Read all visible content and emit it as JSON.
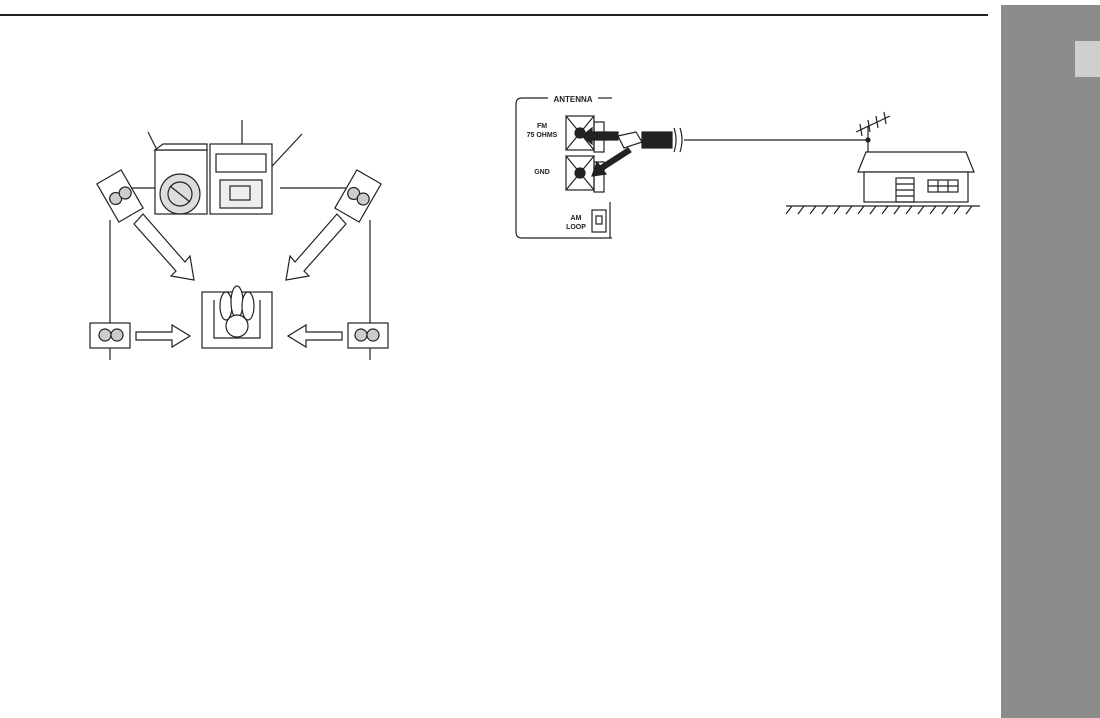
{
  "antenna": {
    "panel_title": "ANTENNA",
    "fm_label_line1": "FM",
    "fm_label_line2": "75 OHMS",
    "gnd_label": "GND",
    "am_label_line1": "AM",
    "am_label_line2": "LOOP"
  },
  "colors": {
    "side_tab": "#8c8c8c",
    "side_tab_box": "#cfcfcf",
    "line": "#222222"
  }
}
